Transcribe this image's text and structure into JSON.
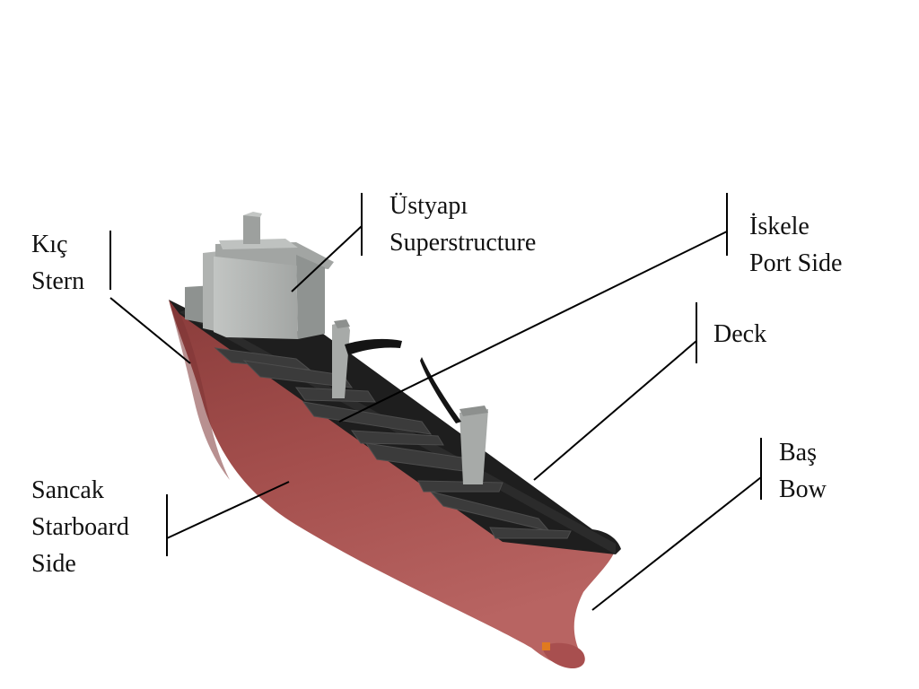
{
  "labels": {
    "stern": {
      "tr": "Kıç",
      "en": "Stern"
    },
    "superstructure": {
      "tr": "Üstyapı",
      "en": "Superstructure"
    },
    "port_side": {
      "tr": "İskele",
      "en": "Port Side"
    },
    "deck": {
      "en": "Deck"
    },
    "bow": {
      "tr": "Baş",
      "en": "Bow"
    },
    "starboard_side": {
      "tr": "Sancak",
      "en": "Starboard",
      "en2": "Side"
    }
  },
  "colors": {
    "hull": "#a24e4c",
    "deck": "#1e1e1e",
    "superstructure": "#a9acaa",
    "leader_line": "#000000"
  }
}
